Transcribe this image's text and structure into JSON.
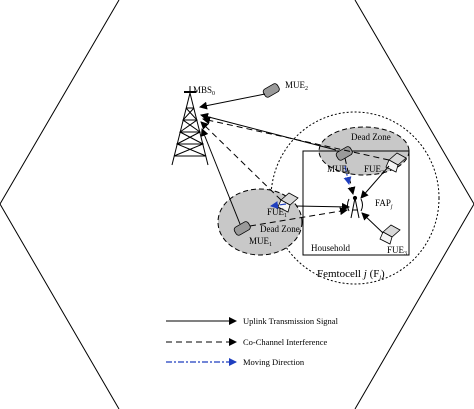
{
  "labels": {
    "mbs": "MBS",
    "mbs_sub": "0",
    "mue_top": "MUE",
    "mue_top_sub": "2",
    "mue_mid": "MUE",
    "mue_mid_sub": "3",
    "mue_left": "MUE",
    "mue_left_sub": "1",
    "fue_right": "FUE",
    "fue_right_sub": "2",
    "fue_left": "FUE",
    "fue_left_sub": "1",
    "fue_bottom": "FUE",
    "fue_bottom_sub": "3",
    "fap": "FAP",
    "fap_sub": "j",
    "dead_zone_top": "Dead Zone",
    "dead_zone_left": "Dead Zone",
    "household": "Household",
    "femtocell_pre": "Femtocell ",
    "femtocell_j": "j",
    "femtocell_paren": " (F",
    "femtocell_paren_sub": "j",
    "femtocell_close": ")"
  },
  "legend": [
    {
      "style": "solid",
      "label": "Uplink Transmission Signal"
    },
    {
      "style": "dashed",
      "label": "Co-Channel Interference"
    },
    {
      "style": "dashdot",
      "label": "Moving Direction"
    }
  ],
  "colors": {
    "line": "#000000",
    "dead_zone_fill": "#c8c8c8",
    "moving": "#1f3fbf"
  }
}
